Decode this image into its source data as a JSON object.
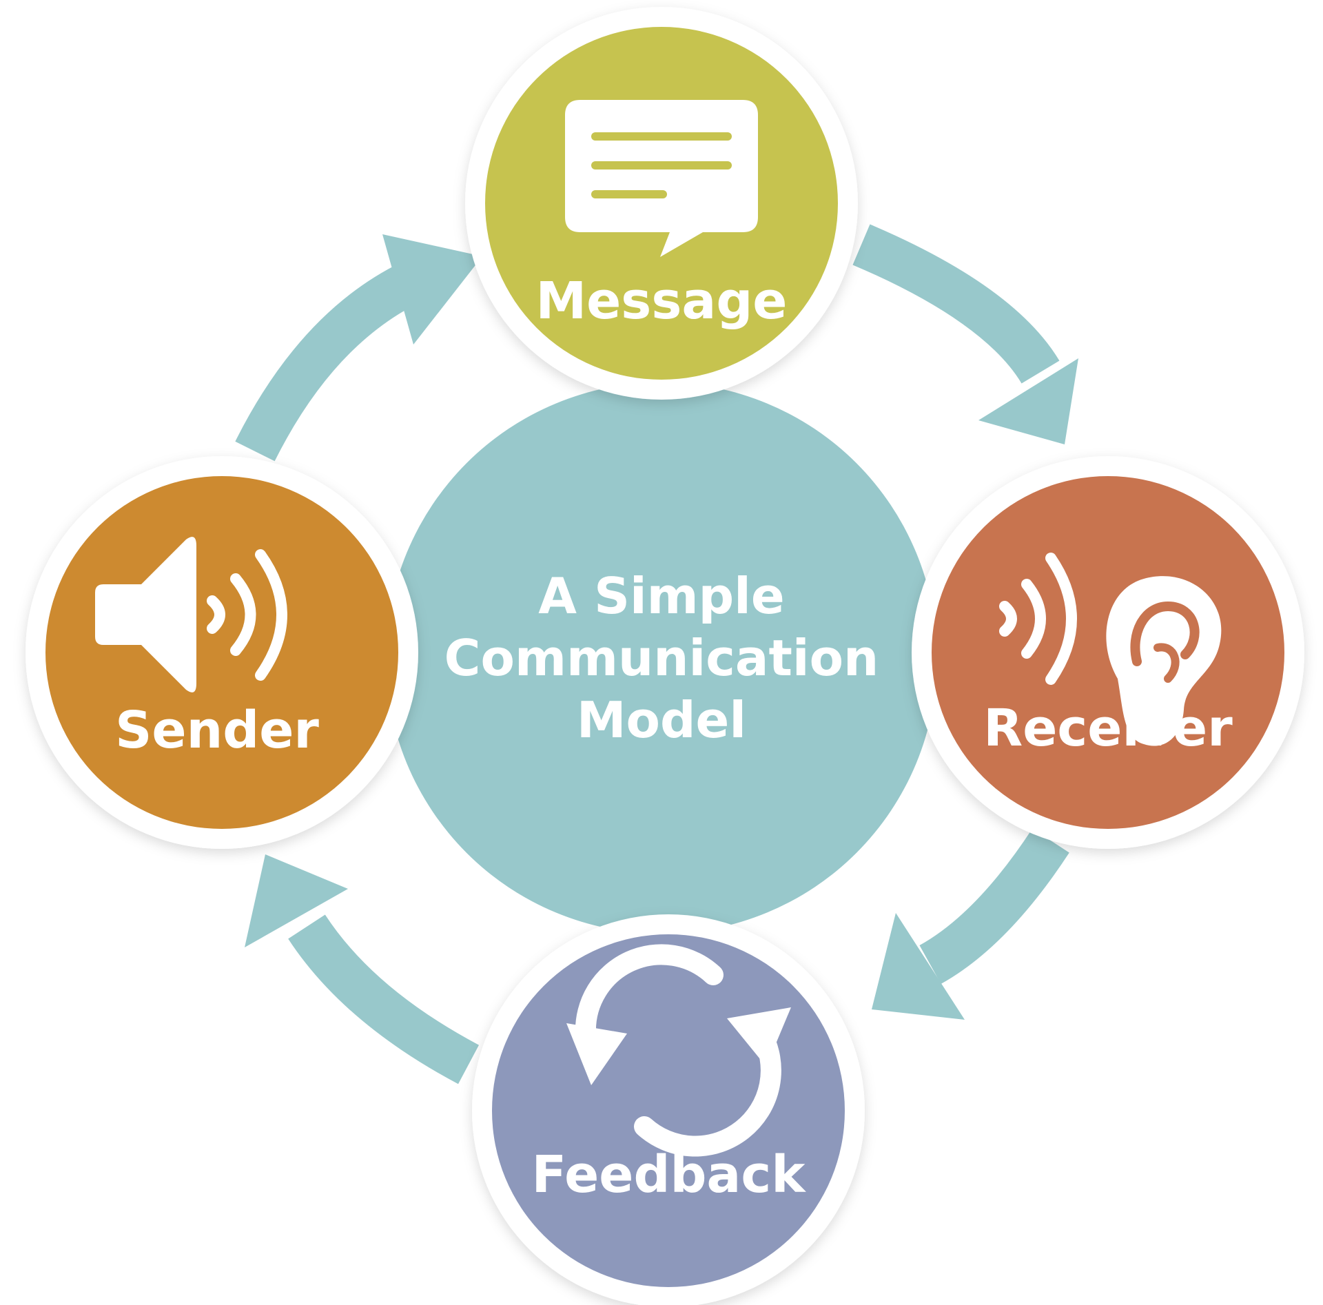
{
  "center": {
    "lines": [
      "A Simple",
      "Communication",
      "Model"
    ],
    "color": "#98c8cb"
  },
  "arrow_color": "#98c8cb",
  "ring_color": "#ffffff",
  "nodes": [
    {
      "id": "message",
      "label": "Message",
      "color": "#c6c34f",
      "icon": "speech-bubble-icon"
    },
    {
      "id": "receiver",
      "label": "Receiver",
      "color": "#c8744f",
      "icon": "ear-icon"
    },
    {
      "id": "feedback",
      "label": "Feedback",
      "color": "#8d98bb",
      "icon": "refresh-icon"
    },
    {
      "id": "sender",
      "label": "Sender",
      "color": "#cd8a30",
      "icon": "speaker-icon"
    }
  ],
  "flow": [
    "sender",
    "message",
    "receiver",
    "feedback",
    "sender"
  ]
}
